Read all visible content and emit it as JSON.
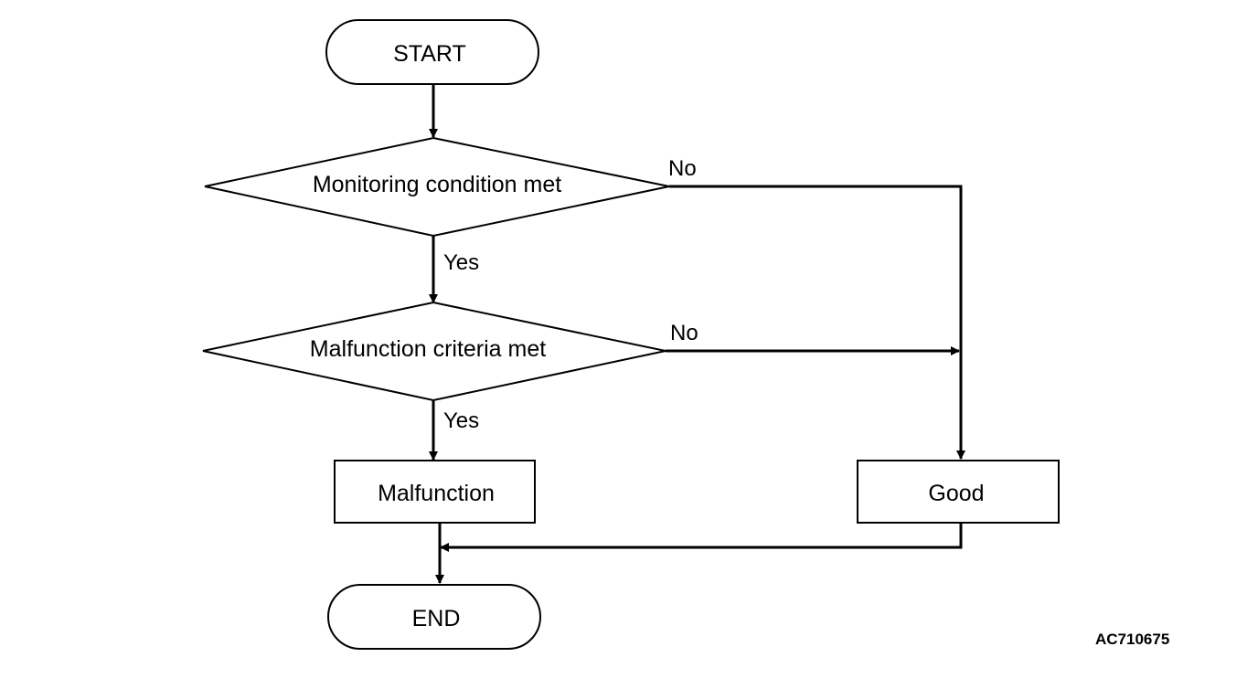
{
  "colors": {
    "stroke": "#000000",
    "fill": "#ffffff",
    "text": "#000000"
  },
  "nodes": {
    "start": "START",
    "decision_monitoring": "Monitoring condition met",
    "decision_malfunction": "Malfunction criteria met",
    "malfunction": "Malfunction",
    "good": "Good",
    "end": "END"
  },
  "edges": {
    "monitoring_yes": "Yes",
    "monitoring_no": "No",
    "malfunction_yes": "Yes",
    "malfunction_no": "No"
  },
  "reference_code": "AC710675"
}
